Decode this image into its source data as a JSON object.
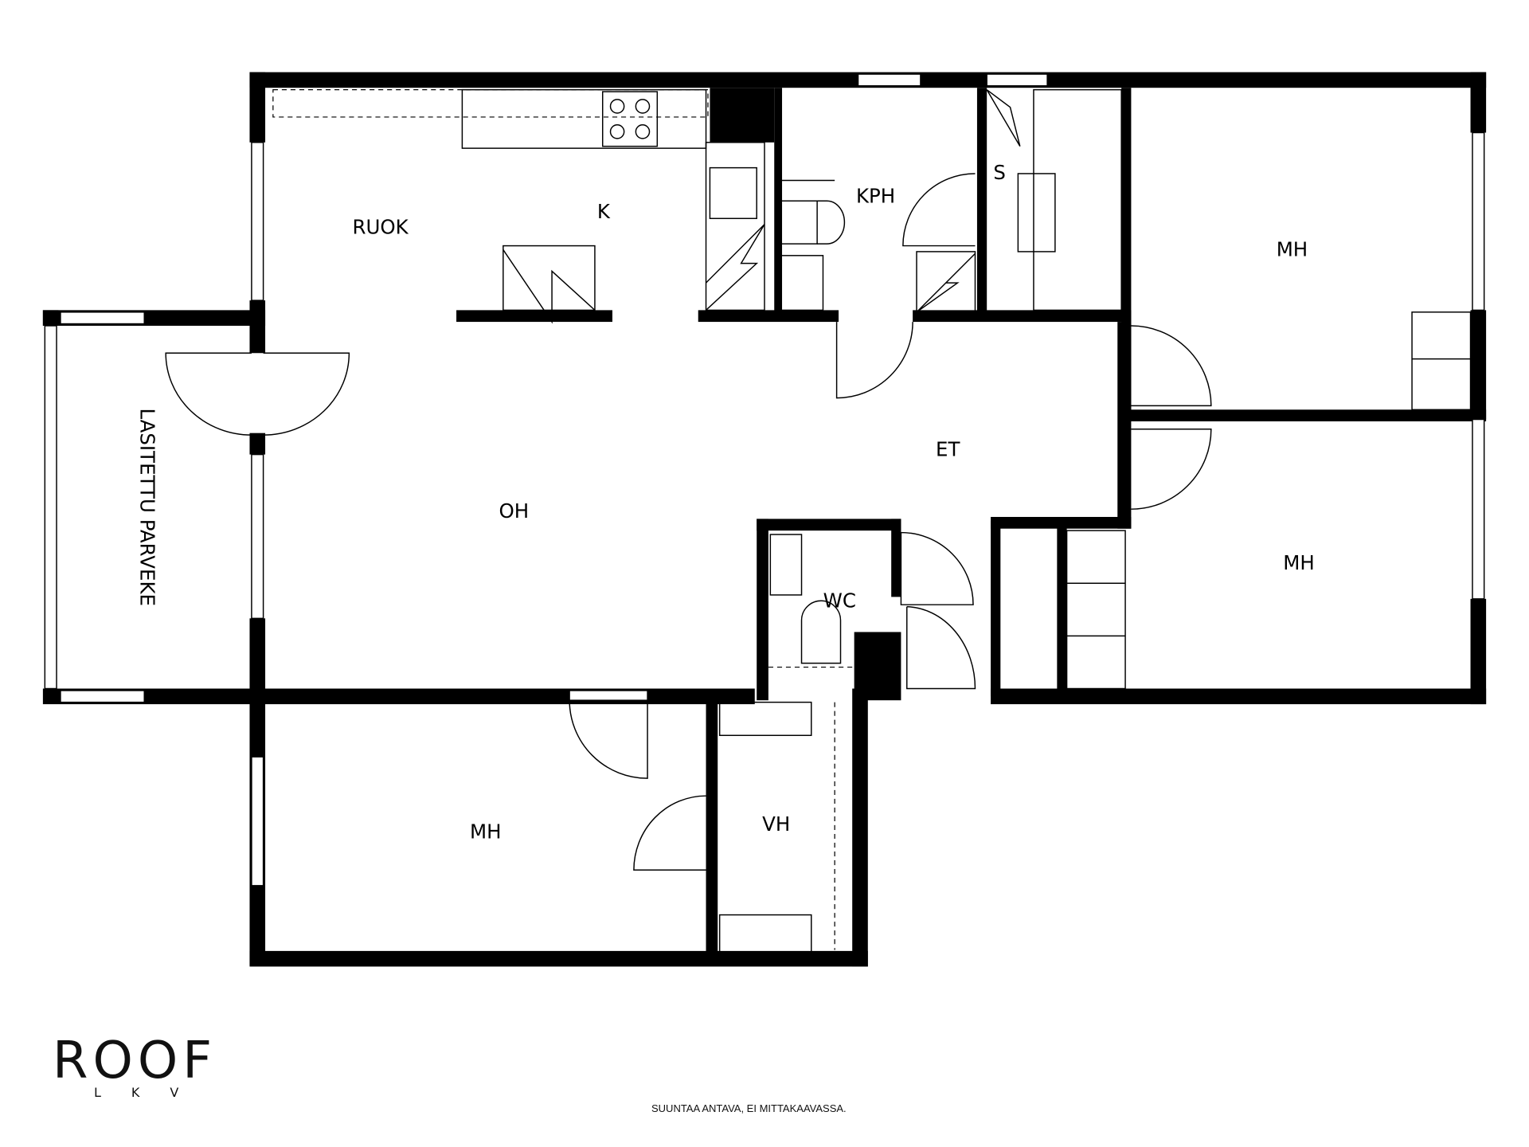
{
  "rooms": {
    "ruok": "RUOK",
    "k": "K",
    "kph": "KPH",
    "s": "S",
    "mh_top_right": "MH",
    "mh_mid_right": "MH",
    "mh_bottom": "MH",
    "et": "ET",
    "oh": "OH",
    "wc": "WC",
    "vh": "VH",
    "balcony": "LASITETTU PARVEKE"
  },
  "logo": {
    "main": "ROOF",
    "sub": "LKV"
  },
  "footer_note": "SUUNTAA ANTAVA, EI MITTAKAAVASSA."
}
